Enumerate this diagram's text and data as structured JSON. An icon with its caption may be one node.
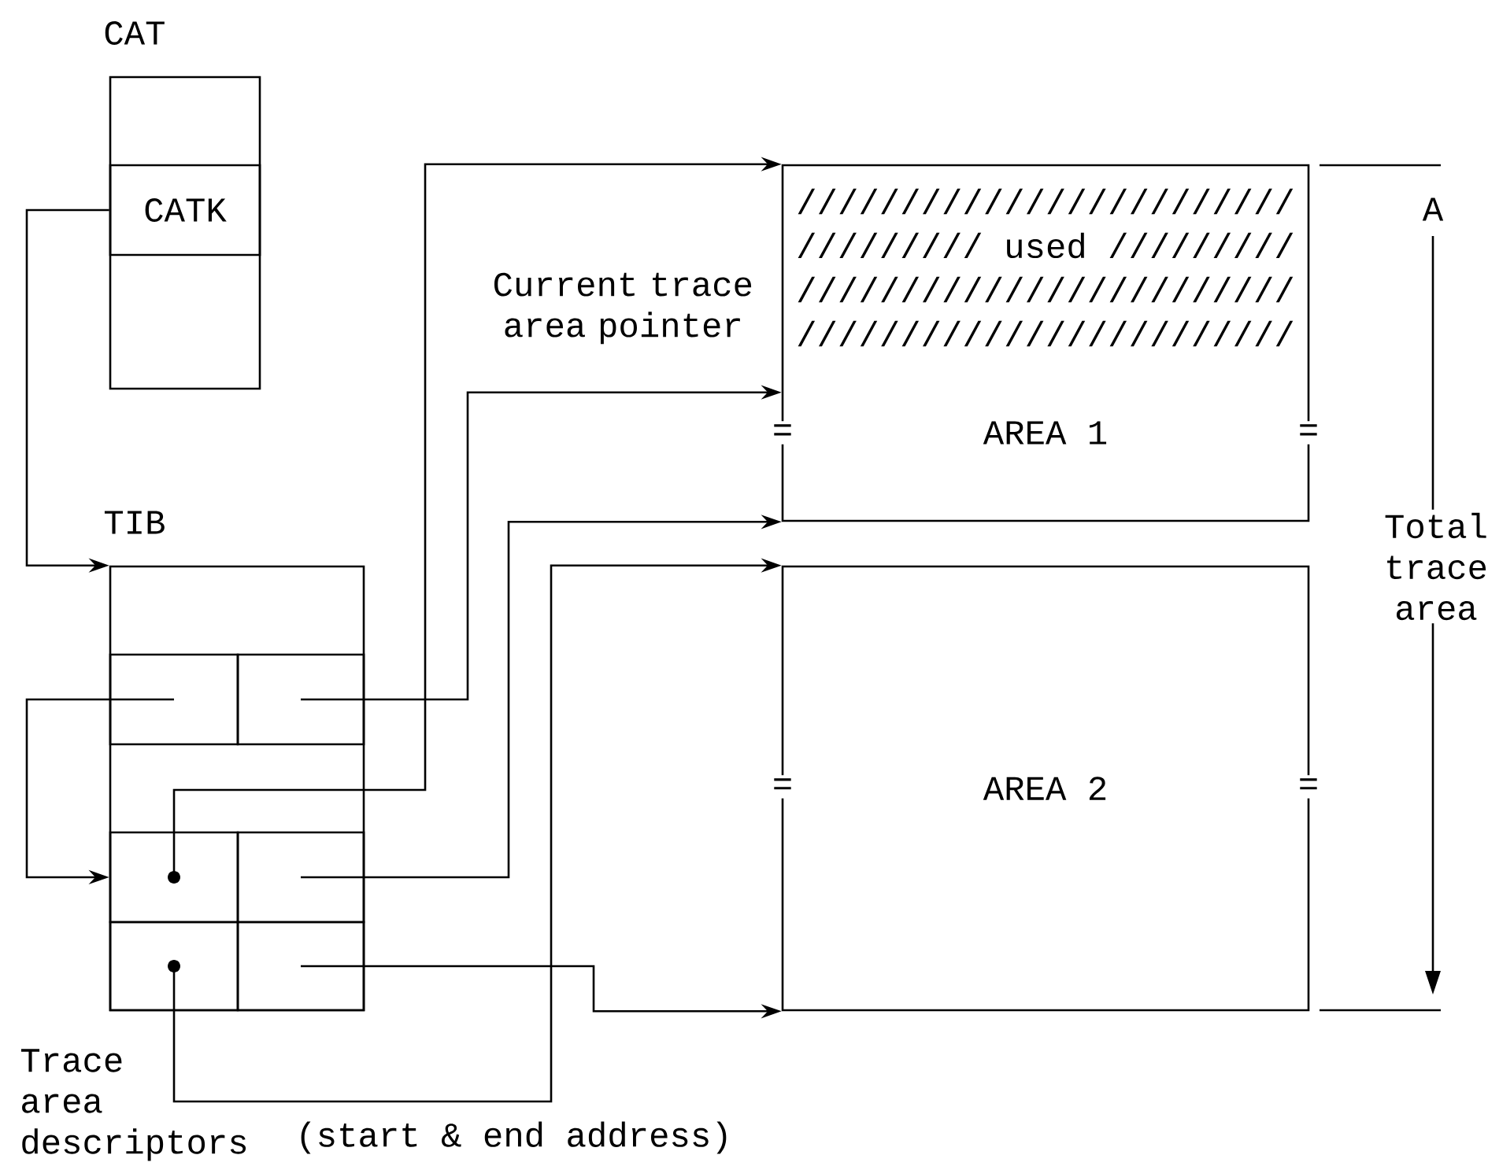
{
  "diagram": {
    "nodes": [
      {
        "text": [
          "CAT"
        ]
      },
      {
        "text": [
          "CATK"
        ],
        "in": 0
      },
      {
        "text": [
          "TIB"
        ]
      },
      {
        "text": [],
        "shape": "box",
        "in": 2
      },
      {
        "text": [],
        "shape": "box",
        "in": 2
      },
      {
        "text": [],
        "shape": "box",
        "in": 2
      },
      {
        "text": [],
        "shape": "box",
        "in": 2
      },
      {
        "text": [],
        "shape": "box",
        "in": 2
      },
      {
        "text": [],
        "shape": "box",
        "in": 2
      },
      {
        "text": [
          "////////////////////////",
          "///////// used /////////",
          "////////////////////////",
          "////////////////////////",
          "AREA 1"
        ]
      },
      {
        "text": [
          "AREA 2"
        ]
      }
    ],
    "edges": [
      {
        "from": 1,
        "to": 2,
        "arrow": "to"
      },
      {
        "from": 3,
        "to": 5,
        "arrow": "to"
      },
      {
        "from": 4,
        "to": 9,
        "arrow": "to",
        "label": "Current trace area pointer"
      },
      {
        "from": 5,
        "to": 9,
        "arrow": "to"
      },
      {
        "from": 6,
        "to": 9,
        "arrow": "to"
      },
      {
        "from": 7,
        "to": 10,
        "arrow": "to"
      },
      {
        "from": 8,
        "to": 10,
        "arrow": "to"
      }
    ],
    "labels": [
      "A",
      "=",
      "=",
      "Total trace area",
      "=",
      "=",
      "Trace area descriptors",
      "(start & end address)"
    ]
  }
}
